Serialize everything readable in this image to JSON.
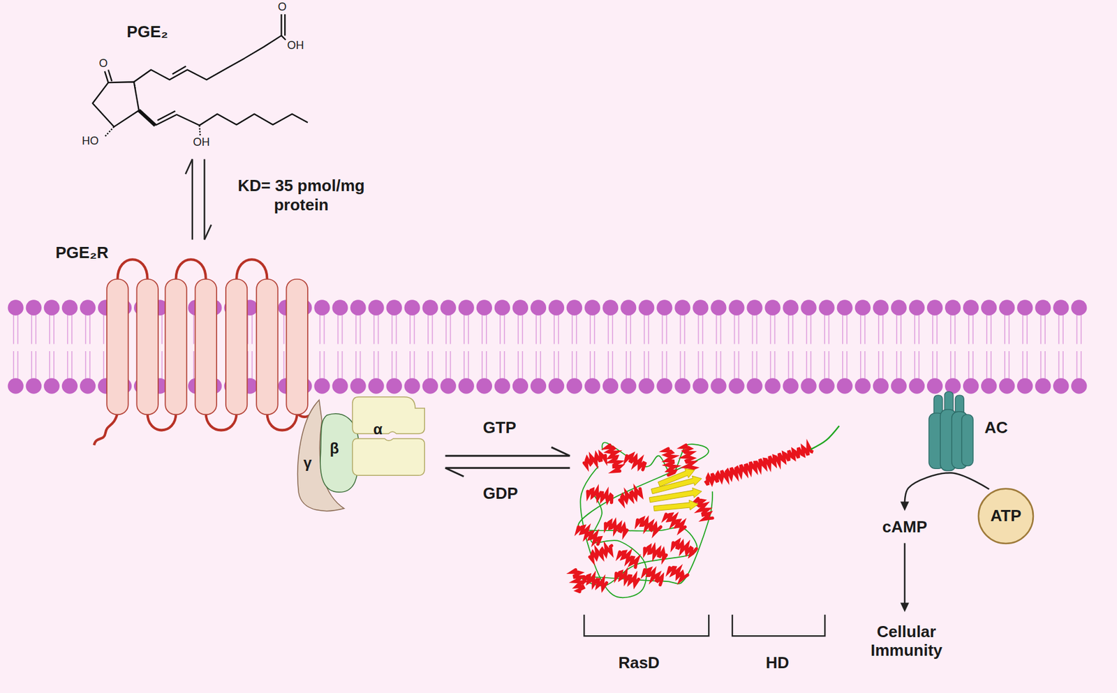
{
  "diagram": {
    "nodes": [
      {
        "text": [
          "PGE₂"
        ]
      },
      {
        "text": [
          "PGE₂R"
        ]
      },
      {
        "text": [
          "γ"
        ]
      },
      {
        "text": [
          "β"
        ]
      },
      {
        "text": [
          "α"
        ]
      },
      {
        "text": [
          "ATP"
        ]
      },
      {
        "text": [
          "cAMP"
        ]
      },
      {
        "text": [
          "Cellular Immunity"
        ]
      }
    ],
    "edges": [
      {
        "from": 0,
        "to": 1,
        "arrow": "both",
        "label": "KD= 35 pmol/mg protein"
      },
      {
        "from": 5,
        "to": 6,
        "arrow": "to"
      },
      {
        "from": 6,
        "to": 7,
        "arrow": "to"
      }
    ],
    "labels": [
      "O",
      "O",
      "OH",
      "HO",
      "OH",
      "GTP",
      "GDP",
      "AC",
      "RasD",
      "HD"
    ]
  }
}
